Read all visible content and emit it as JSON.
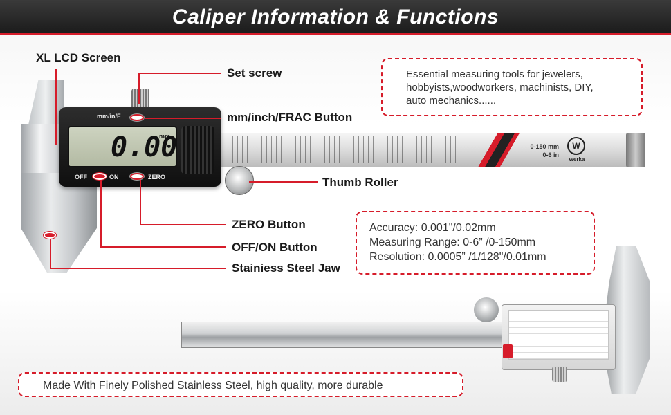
{
  "title": "Caliper Information & Functions",
  "labels": {
    "lcd": "XL LCD Screen",
    "set_screw": "Set screw",
    "mode_button": "mm/inch/FRAC Button",
    "thumb_roller": "Thumb Roller",
    "zero_button": "ZERO Button",
    "on_off_button": "OFF/ON Button",
    "jaw": "Stainiess Steel Jaw"
  },
  "device": {
    "mode_label": "mm/in/F",
    "off_label": "OFF",
    "on_label": "ON",
    "zero_label": "ZERO",
    "lcd_value": "0.00",
    "lcd_unit": "mm",
    "range_mm": "0-150 mm",
    "range_in": "0-6 in",
    "brand": "werka"
  },
  "info_box": {
    "lines": [
      "Essential measuring tools for jewelers,",
      "hobbyists,woodworkers, machinists, DIY,",
      "auto mechanics......"
    ]
  },
  "specs_box": {
    "lines": [
      "Accuracy: 0.001\"/0.02mm",
      "Measuring Range: 0-6” /0-150mm",
      "Resolution: 0.0005” /1/128\"/0.01mm"
    ]
  },
  "bottom_banner": "Made With Finely Polished Stainless Steel,  high quality, more durable",
  "colors": {
    "accent": "#d61c2a",
    "banner": "#1c1c1c",
    "lcd": "#c3c9b4"
  }
}
